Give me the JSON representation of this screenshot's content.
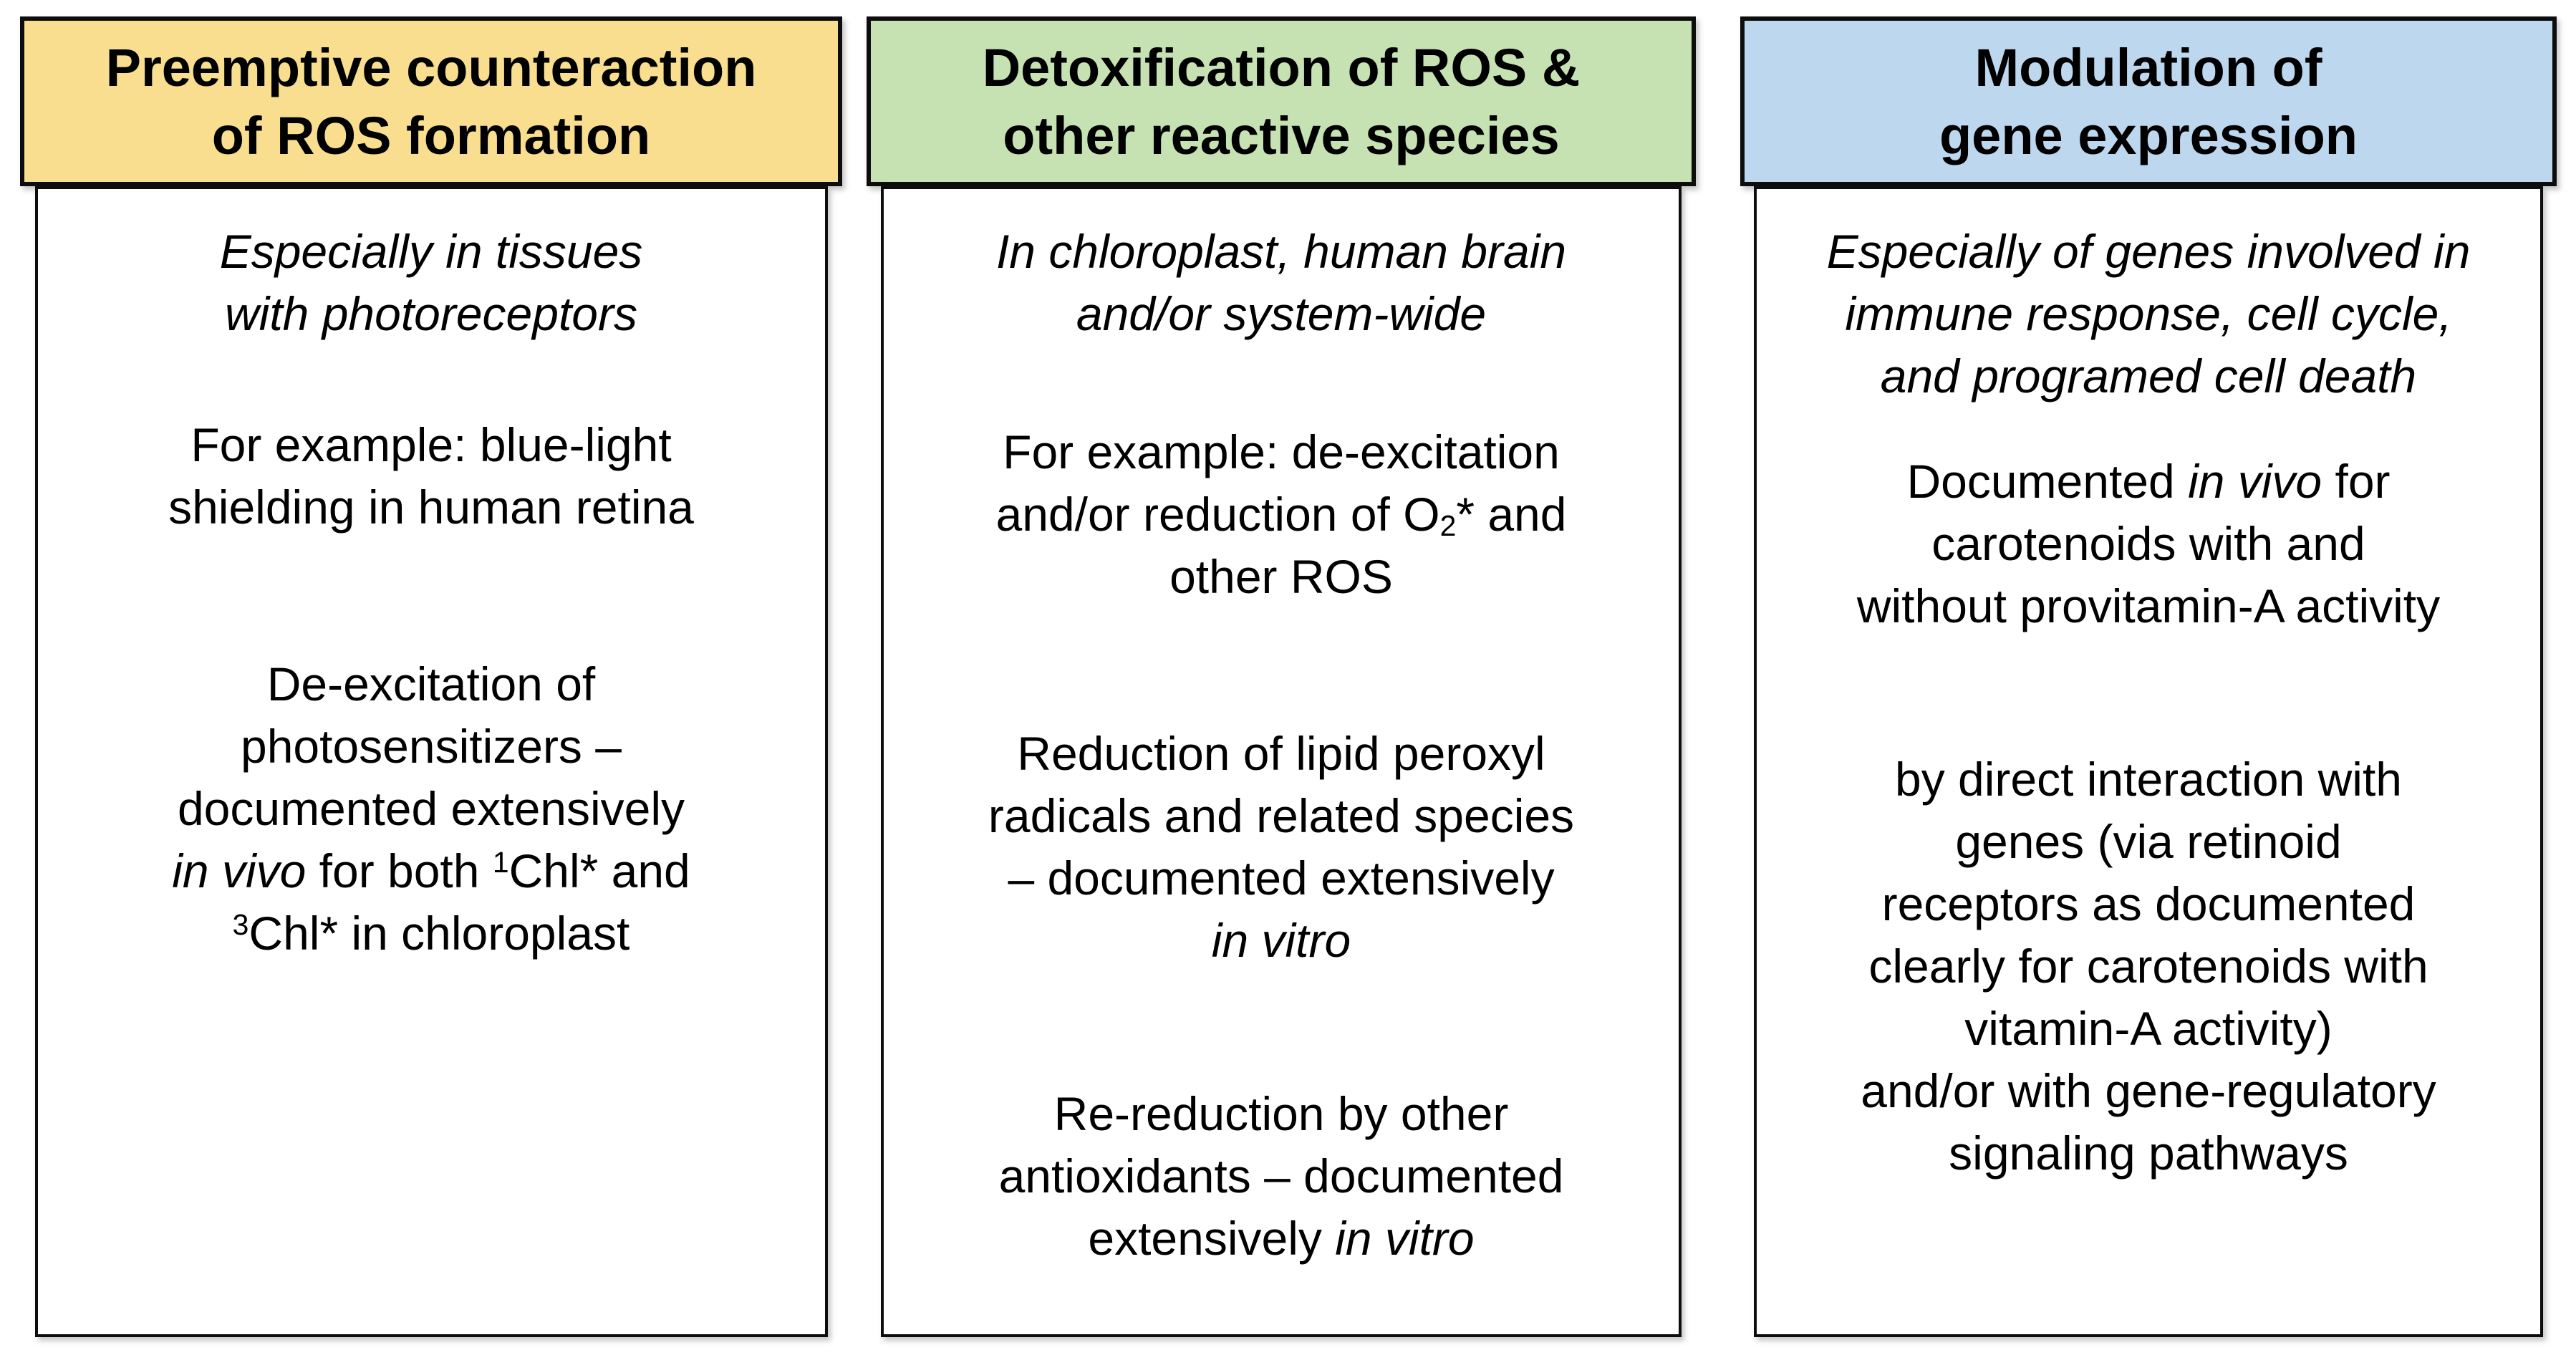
{
  "diagram": {
    "border_color": "#0d0d0d",
    "background_color": "#ffffff",
    "columns": [
      {
        "id": "preemptive-counteraction",
        "header": {
          "label": "Preemptive counteraction\nof ROS formation",
          "bg_color": "#F8DE8E"
        },
        "paragraphs": [
          {
            "style": "subtitle",
            "gap": 0,
            "lines": [
              [
                {
                  "t": "Especially in tissues",
                  "i": true
                }
              ],
              [
                {
                  "t": "with photoreceptors",
                  "i": true
                }
              ]
            ]
          },
          {
            "style": "para",
            "gap": 96,
            "lines": [
              [
                {
                  "t": "For example: blue-light"
                }
              ],
              [
                {
                  "t": "shielding in human retina"
                }
              ]
            ]
          },
          {
            "style": "para",
            "gap": 160,
            "lines": [
              [
                {
                  "t": "De-excitation of"
                }
              ],
              [
                {
                  "t": "photosensitizers –"
                }
              ],
              [
                {
                  "t": "documented extensively"
                }
              ],
              [
                {
                  "t": "in vivo",
                  "i": true
                },
                {
                  "t": " for both "
                },
                {
                  "t": "1",
                  "sup": true
                },
                {
                  "t": "Chl* and"
                }
              ],
              [
                {
                  "t": "3",
                  "sup": true
                },
                {
                  "t": "Chl* in chloroplast"
                }
              ]
            ]
          }
        ]
      },
      {
        "id": "detoxification",
        "header": {
          "label": "Detoxification of ROS &\nother reactive species",
          "bg_color": "#C6E2B2"
        },
        "paragraphs": [
          {
            "style": "subtitle",
            "gap": 0,
            "lines": [
              [
                {
                  "t": "In chloroplast, human brain",
                  "i": true
                }
              ],
              [
                {
                  "t": "and/or system-wide",
                  "i": true
                }
              ]
            ]
          },
          {
            "style": "para",
            "gap": 106,
            "lines": [
              [
                {
                  "t": "For example: de-excitation"
                }
              ],
              [
                {
                  "t": "and/or reduction of O"
                },
                {
                  "t": "2",
                  "sub": true
                },
                {
                  "t": "* and"
                }
              ],
              [
                {
                  "t": "other ROS"
                }
              ]
            ]
          },
          {
            "style": "para",
            "gap": 160,
            "lines": [
              [
                {
                  "t": "Reduction of lipid peroxyl"
                }
              ],
              [
                {
                  "t": "radicals and related species"
                }
              ],
              [
                {
                  "t": "– documented extensively"
                }
              ],
              [
                {
                  "t": "in vitro",
                  "i": true
                }
              ]
            ]
          },
          {
            "style": "para",
            "gap": 155,
            "lines": [
              [
                {
                  "t": "Re-reduction by other"
                }
              ],
              [
                {
                  "t": "antioxidants – documented"
                }
              ],
              [
                {
                  "t": "extensively "
                },
                {
                  "t": "in vitro",
                  "i": true
                }
              ]
            ]
          }
        ]
      },
      {
        "id": "modulation-gene-expression",
        "header": {
          "label": "Modulation of\ngene expression",
          "bg_color": "#BDD7EE"
        },
        "paragraphs": [
          {
            "style": "subtitle",
            "gap": 0,
            "lines": [
              [
                {
                  "t": "Especially of genes involved in",
                  "i": true
                }
              ],
              [
                {
                  "t": "immune response, cell cycle,",
                  "i": true
                }
              ],
              [
                {
                  "t": "and programed cell death",
                  "i": true
                }
              ]
            ]
          },
          {
            "style": "para",
            "gap": 60,
            "lines": [
              [
                {
                  "t": "Documented "
                },
                {
                  "t": "in vivo",
                  "i": true
                },
                {
                  "t": " for"
                }
              ],
              [
                {
                  "t": "carotenoids with and"
                }
              ],
              [
                {
                  "t": "without provitamin-A activity"
                }
              ]
            ]
          },
          {
            "style": "para",
            "gap": 155,
            "lines": [
              [
                {
                  "t": "by direct interaction with"
                }
              ],
              [
                {
                  "t": "genes (via retinoid"
                }
              ],
              [
                {
                  "t": "receptors as documented"
                }
              ],
              [
                {
                  "t": "clearly for carotenoids with"
                }
              ],
              [
                {
                  "t": "vitamin-A activity)"
                }
              ],
              [
                {
                  "t": "and/or with gene-regulatory"
                }
              ],
              [
                {
                  "t": "signaling pathways"
                }
              ]
            ]
          }
        ]
      }
    ]
  }
}
